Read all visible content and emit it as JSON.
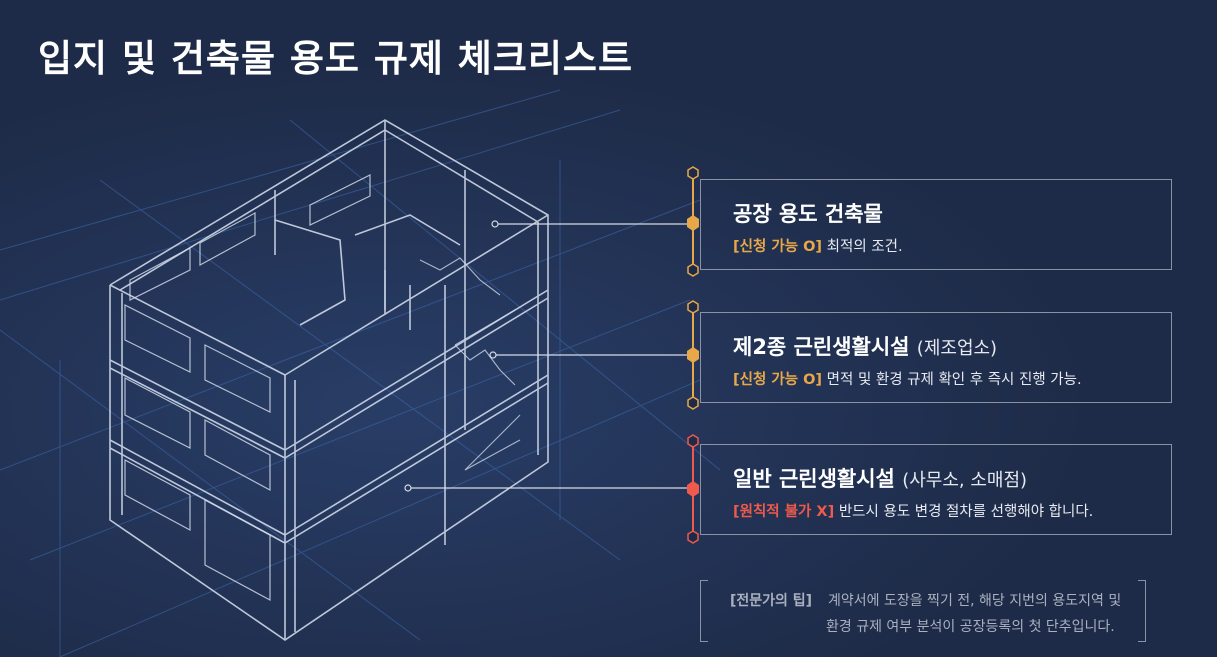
{
  "title": "입지 및 건축물 용도 규제 체크리스트",
  "colors": {
    "background": "#1e2b48",
    "approved": "#e8a84a",
    "rejected": "#ef5a4c",
    "line": "#8a93a6"
  },
  "items": [
    {
      "category": "공장 용도 건축물",
      "subtitle": "",
      "status_tag": "[신청 가능 O]",
      "description": "최적의 조건.",
      "status": "approved"
    },
    {
      "category": "제2종 근린생활시설",
      "subtitle": "(제조업소)",
      "status_tag": "[신청 가능 O]",
      "description": "면적 및 환경 규제 확인 후 즉시 진행 가능.",
      "status": "approved"
    },
    {
      "category": "일반 근린생활시설",
      "subtitle": "(사무소, 소매점)",
      "status_tag": "[원칙적 불가 X]",
      "description": "반드시 용도 변경 절차를 선행해야 합니다.",
      "status": "rejected"
    }
  ],
  "tip": {
    "label": "[전문가의 팁]",
    "line1": "계약서에 도장을 찍기 전, 해당 지번의 용도지역 및",
    "line2": "환경 규제 여부 분석이 공장등록의 첫 단추입니다."
  }
}
